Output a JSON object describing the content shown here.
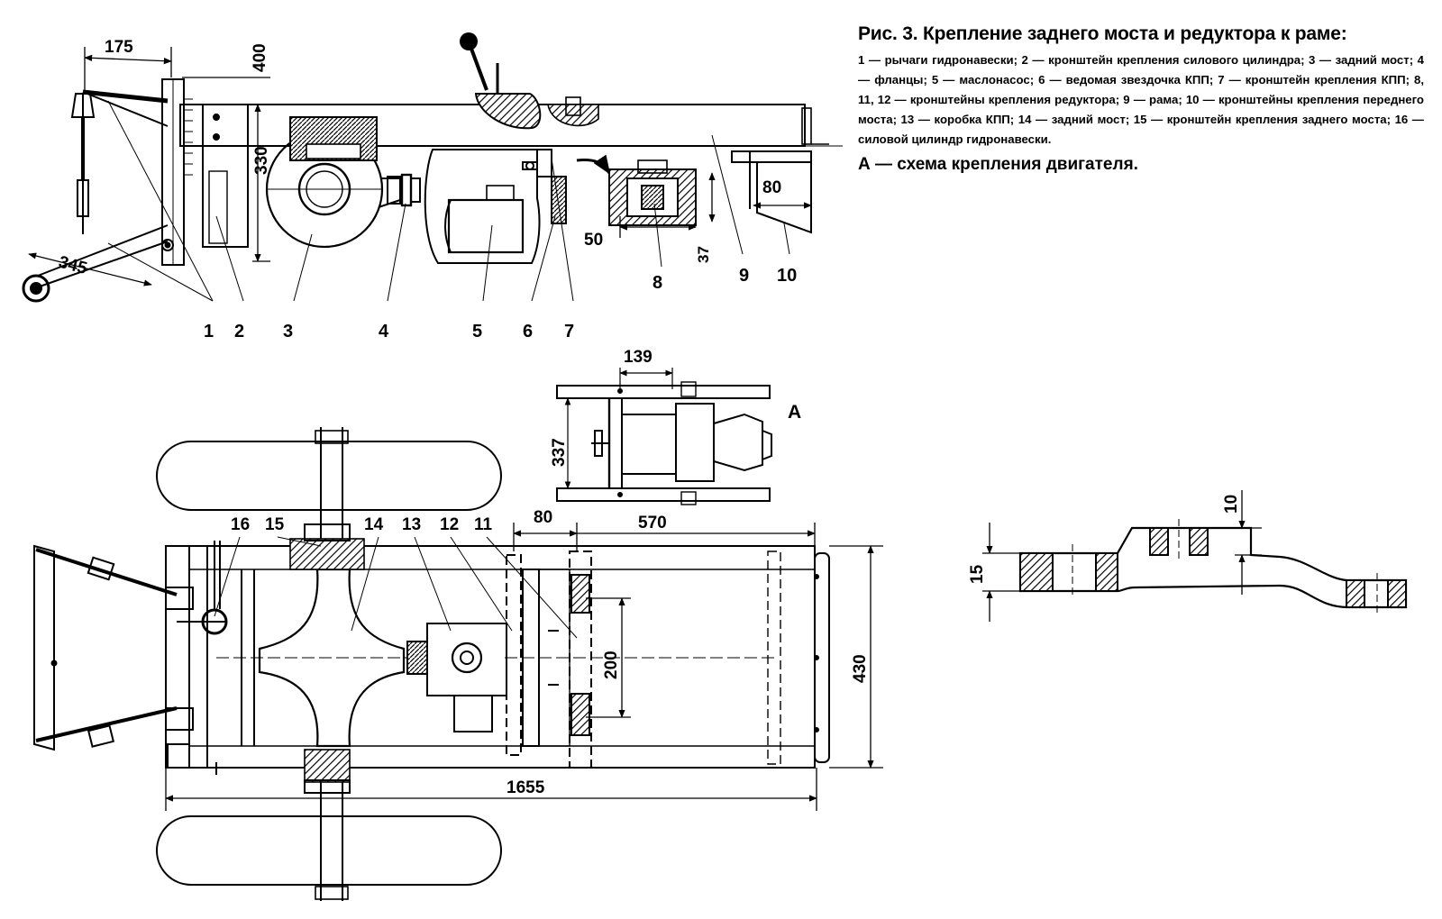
{
  "caption": {
    "title": "Рис. 3. Крепление заднего моста и редуктора к раме:",
    "legend": "1 — рычаги гидронавески; 2 — кронштейн крепления силового цилиндра; 3 — задний мост; 4 — фланцы; 5 — маслонасос; 6 — ведомая звездочка КПП; 7 — кронштейн крепления КПП; 8, 11, 12 — кронштейны крепления редуктора; 9 — рама; 10 — кронштейны крепления переднего моста; 13 — коробка КПП; 14 — задний мост; 15 — кронштейн крепления заднего моста; 16 — силовой цилиндр гидронавески.",
    "schema_note": "А — схема крепления двигателя."
  },
  "side_view": {
    "dims": {
      "d175": "175",
      "d400": "400",
      "d330": "330",
      "d345": "345",
      "d50": "50",
      "d37": "37",
      "d80": "80"
    },
    "callouts": [
      "1",
      "2",
      "3",
      "4",
      "5",
      "6",
      "7",
      "8",
      "9",
      "10"
    ]
  },
  "engine_view": {
    "label": "A",
    "dims": {
      "d139": "139",
      "d337": "337"
    }
  },
  "plan_view": {
    "dims": {
      "d80": "80",
      "d570": "570",
      "d200": "200",
      "d430": "430",
      "d1655": "1655"
    },
    "callouts": [
      "16",
      "15",
      "14",
      "13",
      "12",
      "11"
    ]
  },
  "bracket_detail": {
    "dims": {
      "d10": "10",
      "d15": "15"
    }
  }
}
